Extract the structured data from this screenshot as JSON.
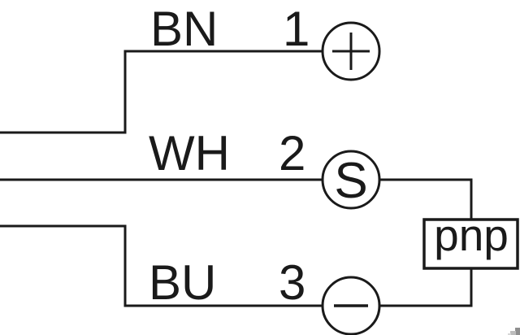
{
  "diagram": {
    "kind": "sensor-wiring-diagram",
    "output_type_label": "pnp",
    "wires": [
      {
        "color_code": "BN",
        "pin": "1",
        "terminal": "plus-supply",
        "terminal_symbol": "+"
      },
      {
        "color_code": "WH",
        "pin": "2",
        "terminal": "signal-output",
        "terminal_symbol": "S"
      },
      {
        "color_code": "BU",
        "pin": "3",
        "terminal": "minus-supply",
        "terminal_symbol": "−"
      }
    ],
    "colors": {
      "line": "#1a1a1a",
      "background": "#ffffff",
      "watermark_gray_dark": "#8f8f8f",
      "watermark_gray_light": "#bdbdbd"
    }
  }
}
